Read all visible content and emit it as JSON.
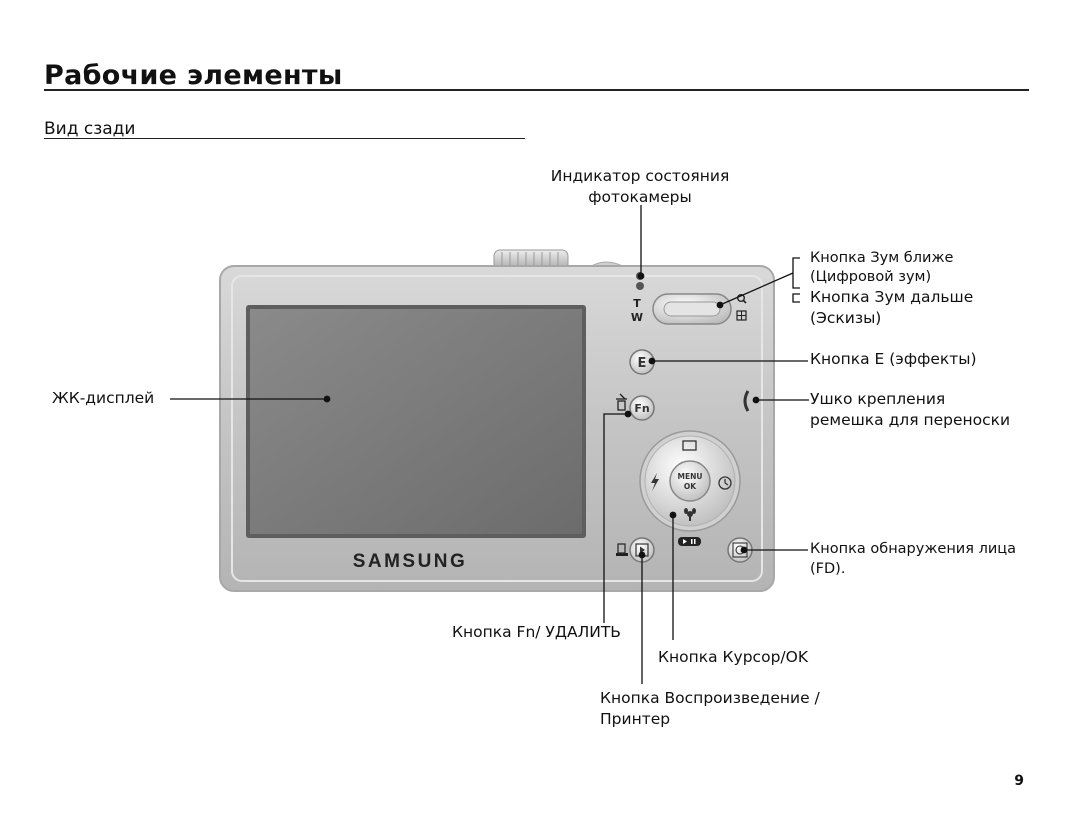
{
  "header": {
    "title": "Рабочие элементы",
    "subtitle": "Вид сзади"
  },
  "camera": {
    "brand": "SAMSUNG",
    "zoom_tele_mark": "T",
    "zoom_wide_mark": "W",
    "e_button_mark": "E",
    "fn_button_mark": "Fn",
    "menu_mark": "MENU",
    "ok_mark": "OK"
  },
  "callouts": {
    "status_indicator_line1": "Индикатор состояния",
    "status_indicator_line2": "фотокамеры",
    "zoom_tele_line1": "Кнопка Зум ближе",
    "zoom_tele_line2": "(Цифровой зум)",
    "zoom_wide_line1": "Кнопка Зум дальше",
    "zoom_wide_line2": "(Эскизы)",
    "e_button": "Кнопка E (эффекты)",
    "strap_line1": "Ушко крепления",
    "strap_line2": "ремешка для переноски",
    "lcd": "ЖК-дисплей",
    "face_detect_line1": "Кнопка обнаружения лица",
    "face_detect_line2": "(FD).",
    "fn_delete": "Кнопка Fn/ УДАЛИТЬ",
    "cursor_ok": "Кнопка Курсор/OK",
    "playback_line1": "Кнопка Воспроизведение /",
    "playback_line2": "Принтер"
  },
  "footer": {
    "page_number": "9"
  }
}
